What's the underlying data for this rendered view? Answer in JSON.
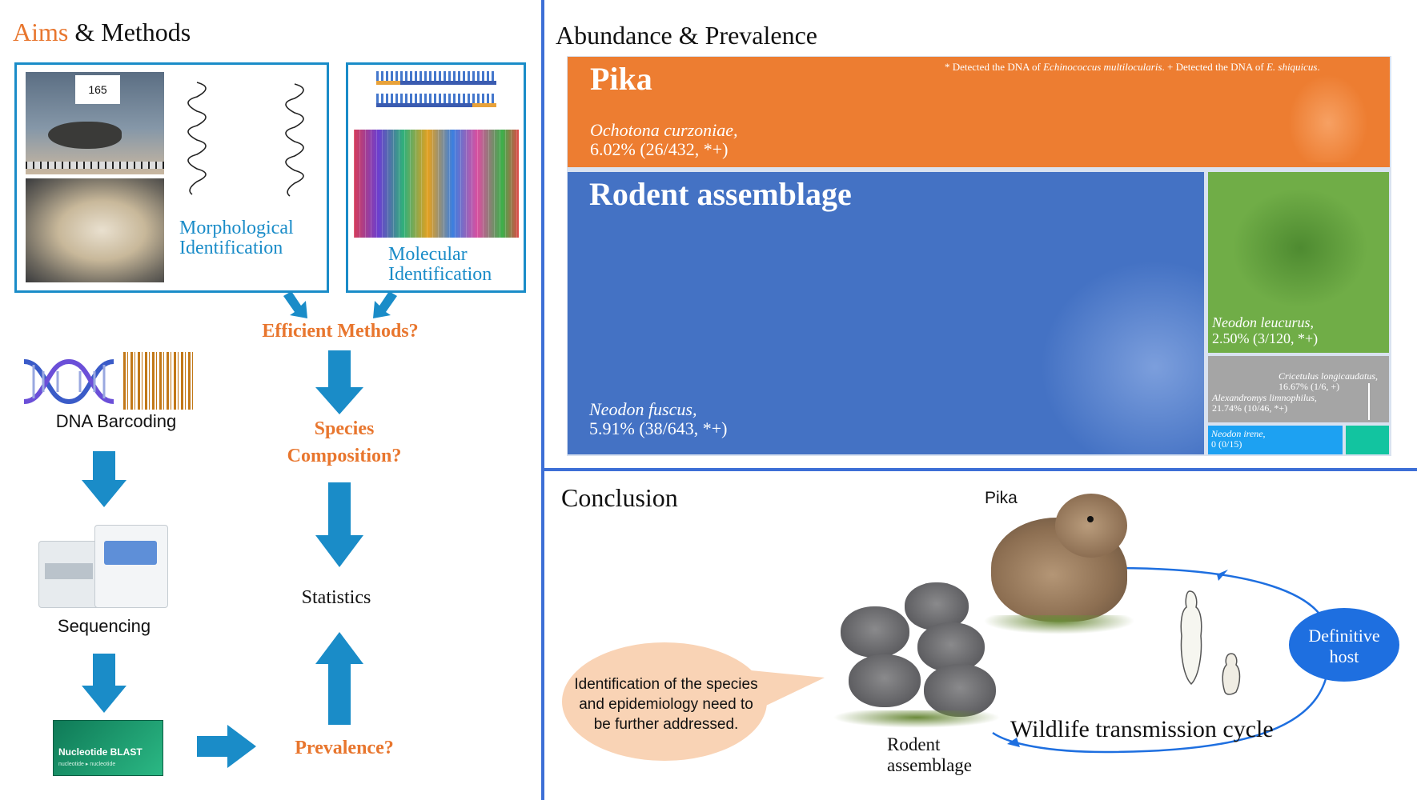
{
  "aims": {
    "title_accent": "Aims",
    "title_rest": " & Methods",
    "specimen_tag": "165",
    "morph_label_line1": "Morphological",
    "morph_label_line2": "Identification",
    "mol_label_line1": "Molecular",
    "mol_label_line2": "Identification",
    "efficient_methods": "Efficient Methods?",
    "species_composition_line1": "Species",
    "species_composition_line2": "Composition?",
    "statistics": "Statistics",
    "prevalence": "Prevalence?",
    "dna_barcoding": "DNA Barcoding",
    "sequencing": "Sequencing",
    "blast_title": "Nucleotide BLAST",
    "blast_sub": "nucleotide ▸ nucleotide"
  },
  "abundance": {
    "title": "Abundance & Prevalence",
    "footnote_a": "* Detected the DNA of ",
    "footnote_b": "Echinococcus multilocularis",
    "footnote_c": ". + Detected the DNA of ",
    "footnote_d": "E. shiquicus",
    "footnote_e": "."
  },
  "chart_data": {
    "type": "treemap",
    "groups": [
      {
        "name": "Pika",
        "items": [
          {
            "species": "Ochotona curzoniae,",
            "stat": "6.02% (26/432, *+)",
            "prevalence_pct": 6.02,
            "positive": 26,
            "total": 432
          }
        ]
      },
      {
        "name": "Rodent assemblage",
        "items": [
          {
            "species": "Neodon fuscus,",
            "stat": "5.91% (38/643, *+)",
            "prevalence_pct": 5.91,
            "positive": 38,
            "total": 643
          },
          {
            "species": "Neodon leucurus,",
            "stat": "2.50% (3/120, *+)",
            "prevalence_pct": 2.5,
            "positive": 3,
            "total": 120
          },
          {
            "species": "Cricetulus longicaudatus,",
            "stat": "16.67% (1/6, +)",
            "prevalence_pct": 16.67,
            "positive": 1,
            "total": 6
          },
          {
            "species": "Alexandromys limnophilus,",
            "stat": "21.74% (10/46, *+)",
            "prevalence_pct": 21.74,
            "positive": 10,
            "total": 46
          },
          {
            "species": "Neodon irene,",
            "stat": "0 (0/15)",
            "prevalence_pct": 0,
            "positive": 0,
            "total": 15
          }
        ]
      }
    ]
  },
  "conclusion": {
    "title": "Conclusion",
    "pika_label": "Pika",
    "rodent_line1": "Rodent",
    "rodent_line2": "assemblage",
    "bubble_line1": "Identification of the species",
    "bubble_line2": "and epidemiology need to",
    "bubble_line3": "be further addressed.",
    "definitive_line1": "Definitive",
    "definitive_line2": "host",
    "cycle_label": "Wildlife transmission cycle"
  },
  "colors": {
    "accent_orange": "#e8762e",
    "frame_blue": "#1a8cc8",
    "divider_blue": "#3d6fd6",
    "pika_fill": "#ed7d31",
    "rodent_fill": "#4472c4",
    "leucurus_fill": "#70ad47",
    "cricetulus_fill": "#a5a5a5",
    "irene_fill": "#1da1f2",
    "teal_fill": "#12c4a0"
  }
}
